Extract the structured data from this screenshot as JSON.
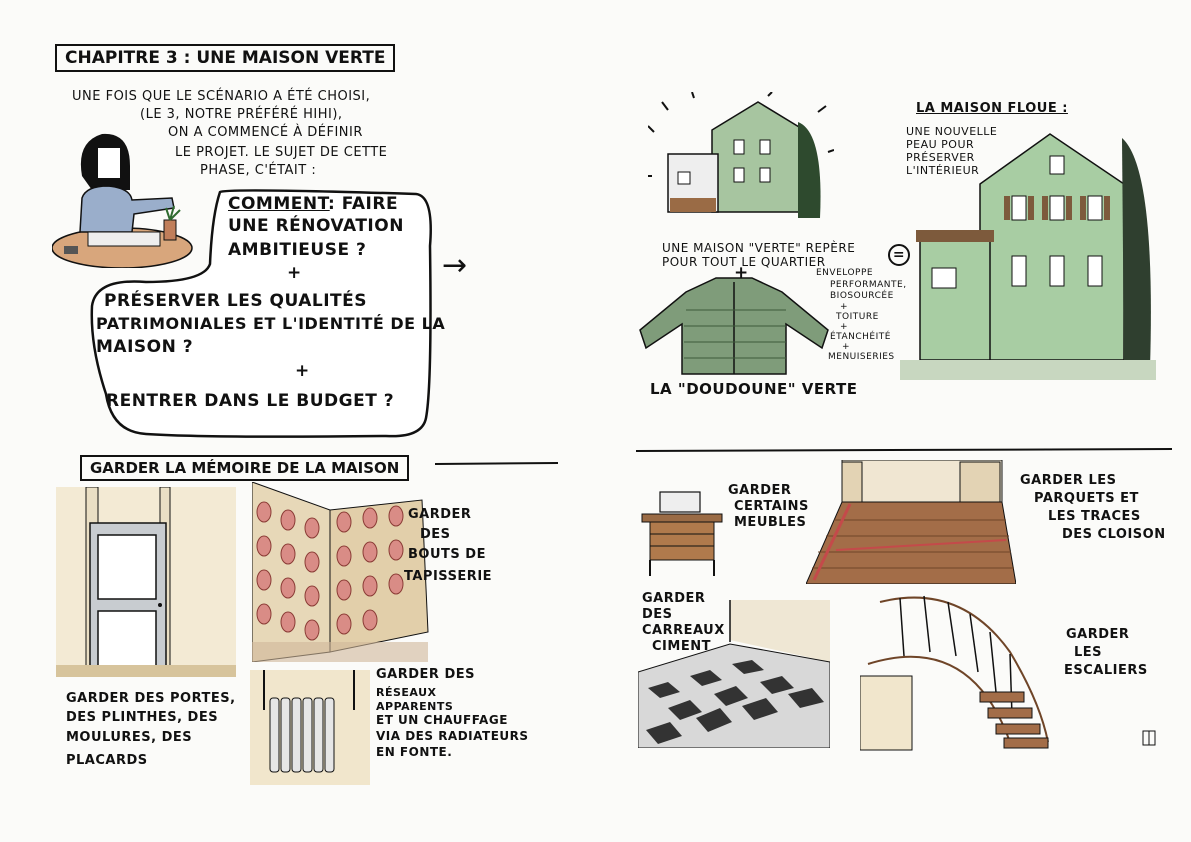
{
  "left": {
    "chapter_title": "Chapitre 3 : Une maison verte",
    "intro_lines": [
      "Une fois que le scénario a été choisi,",
      "(le 3, notre préféré hihi),",
      "on a commencé à définir",
      "le projet. Le sujet de cette",
      "phase, c'était :"
    ],
    "bubble": {
      "q1_bold": "Comment",
      "q1_rest": ": faire",
      "q1_line2": "une rénovation",
      "q1_line3": "ambitieuse ?",
      "plus": "+",
      "q2_line1": "Préserver les qualités",
      "q2_line2": "patrimoniales et l'identité de la",
      "q2_line3": "maison ?",
      "q3": "Rentrer dans le budget ?"
    },
    "arrow": "→",
    "memory_title": "Garder la mémoire de la maison",
    "door_caption": [
      "Garder des portes,",
      "des plinthes, des",
      "moulures, des",
      "placards"
    ],
    "wallpaper_caption": [
      "Garder",
      "des",
      "bouts de",
      "tapisserie"
    ],
    "radiator_caption": [
      "Garder des",
      "réseaux",
      "apparents",
      "et un chauffage",
      "via des radiateurs",
      "en fonte."
    ]
  },
  "right": {
    "house_caption": [
      "Une maison \"verte\" repère",
      "pour tout le quartier"
    ],
    "plus": "+",
    "jacket_caption": "La \"doudoune\" verte",
    "envelope_notes": [
      "Enveloppe",
      "performante,",
      "biosourcée",
      "+",
      "toiture",
      "+",
      "étanchéité",
      "+",
      "menuiseries"
    ],
    "equals": "=",
    "floue_title": "La maison floue :",
    "floue_notes": [
      "Une nouvelle",
      "peau pour",
      "préserver",
      "l'intérieur"
    ],
    "furniture_caption": [
      "Garder",
      "certains",
      "meubles"
    ],
    "parquet_caption": [
      "Garder les",
      "parquets et",
      "les traces",
      "des cloison"
    ],
    "tiles_caption": [
      "Garder",
      "des",
      "carreaux",
      "ciment"
    ],
    "stairs_caption": [
      "Garder",
      "les",
      "escaliers"
    ]
  },
  "colors": {
    "ink": "#111111",
    "green": "#9cc39c",
    "wood": "#9a6b45",
    "skin": "#d8a67c",
    "blue": "#9aaecb",
    "pink": "#d98c86"
  }
}
